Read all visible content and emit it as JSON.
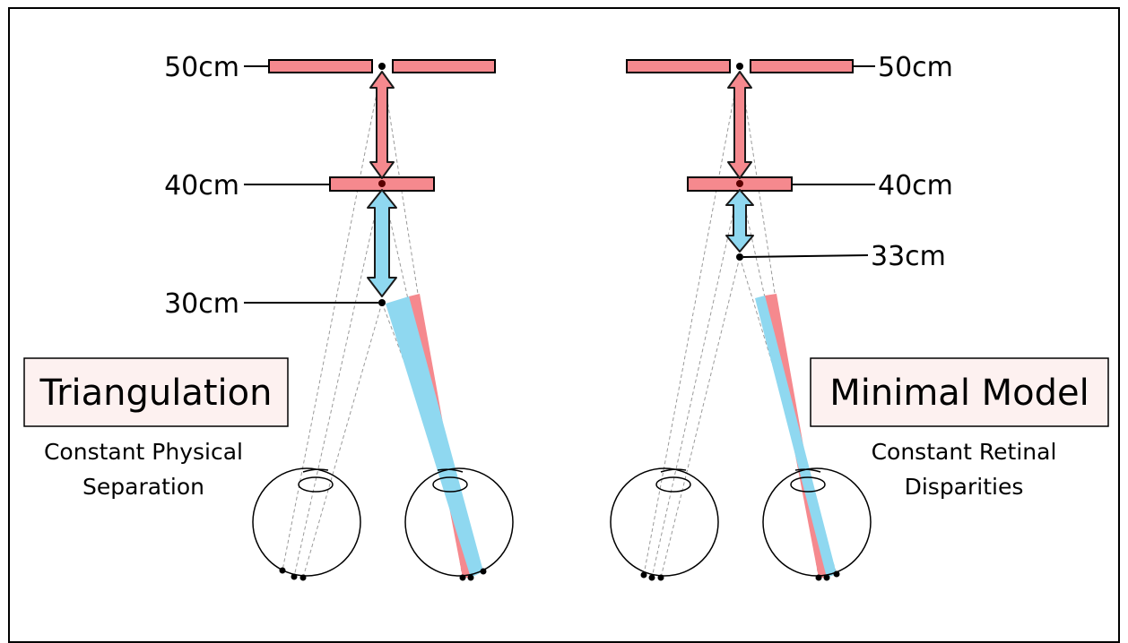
{
  "colors": {
    "red": "#f5898e",
    "blue": "#8fd8f0",
    "box_fill": "#fdf1f0",
    "stroke": "#000000",
    "ray": "#9a9a9a"
  },
  "left_panel": {
    "labels": {
      "far": "50cm",
      "mid": "40cm",
      "near": "30cm"
    },
    "title": "Triangulation",
    "subtitle_line1": "Constant Physical",
    "subtitle_line2": "Separation"
  },
  "right_panel": {
    "labels": {
      "far": "50cm",
      "mid": "40cm",
      "near": "33cm"
    },
    "title": "Minimal Model",
    "subtitle_line1": "Constant Retinal",
    "subtitle_line2": "Disparities"
  }
}
